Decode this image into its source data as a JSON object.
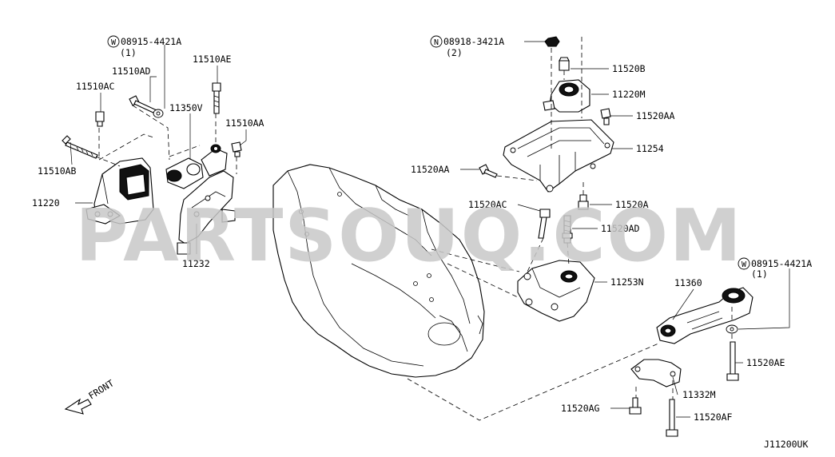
{
  "labels": {
    "w_08915_top": "08915-4421A",
    "w_qty_top": "(1)",
    "p_11510AD": "11510AD",
    "p_11510AE": "11510AE",
    "p_11510AC": "11510AC",
    "p_11350V": "11350V",
    "p_11510AA": "11510AA",
    "p_11510AB": "11510AB",
    "p_11220": "11220",
    "p_11232": "11232",
    "n_08918": "08918-3421A",
    "n_qty": "(2)",
    "p_11520B": "11520B",
    "p_11220M": "11220M",
    "p_11520AA_r": "11520AA",
    "p_11254": "11254",
    "p_11520AA_l": "11520AA",
    "p_11520AC": "11520AC",
    "p_11520A": "11520A",
    "p_11520AD": "11520AD",
    "p_11253N": "11253N",
    "p_11360": "11360",
    "w_08915_right": "08915-4421A",
    "w_qty_right": "(1)",
    "p_11520AE": "11520AE",
    "p_11332M": "11332M",
    "p_11520AG": "11520AG",
    "p_11520AF": "11520AF",
    "front": "FRONT",
    "diagram_code": "J11200UK"
  },
  "symbols": {
    "washer_marker": "W",
    "nut_marker": "N"
  },
  "watermark": "PARTSOUQ.COM"
}
